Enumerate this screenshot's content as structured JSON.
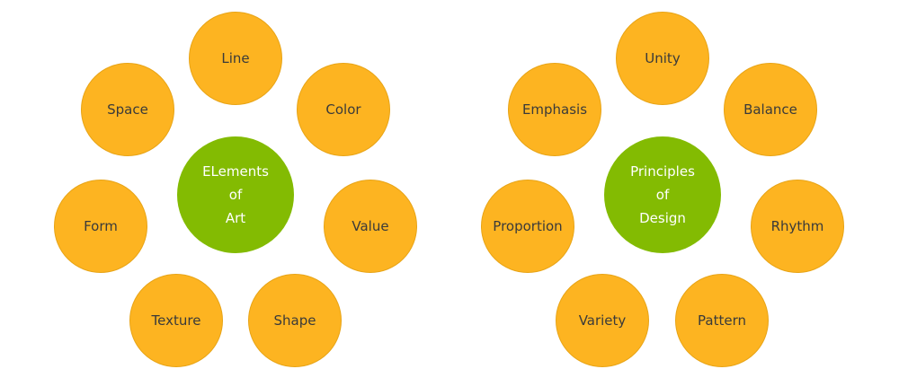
{
  "colors": {
    "satellite_fill": "#fdb421",
    "center_fill": "#83bb02",
    "satellite_text": "#3a3a3a",
    "center_text": "#ffffff"
  },
  "left": {
    "center_label": "ELements\nof\nArt",
    "items": [
      "Line",
      "Color",
      "Value",
      "Shape",
      "Texture",
      "Form",
      "Space"
    ]
  },
  "right": {
    "center_label": "Principles\nof\nDesign",
    "items": [
      "Unity",
      "Balance",
      "Rhythm",
      "Pattern",
      "Variety",
      "Proportion",
      "Emphasis"
    ]
  }
}
